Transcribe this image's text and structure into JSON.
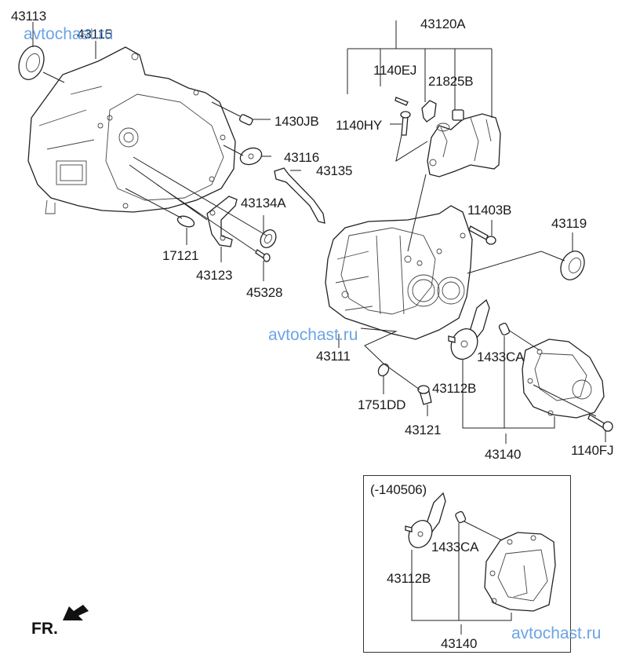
{
  "diagram": {
    "title": "Transaxle case (exploded parts view)",
    "labels": {
      "p43113": "43113",
      "p43115": "43115",
      "p43120A": "43120A",
      "p1140EJ": "1140EJ",
      "p21825B": "21825B",
      "p1140HY": "1140HY",
      "p1430JB": "1430JB",
      "p43116": "43116",
      "p43135": "43135",
      "p43134A": "43134A",
      "p11403B": "11403B",
      "p43119": "43119",
      "p17121": "17121",
      "p43123": "43123",
      "p45328": "45328",
      "p43111": "43111",
      "p1433CA": "1433CA",
      "p43112B": "43112B",
      "p1751DD": "1751DD",
      "p43121": "43121",
      "p43140": "43140",
      "p1140FJ": "1140FJ"
    },
    "inset": {
      "caption": "(-140506)",
      "labels": {
        "p1433CA": "1433CA",
        "p43112B": "43112B",
        "p43140": "43140"
      }
    },
    "orientation": {
      "label": "FR.",
      "icon": "front-direction-arrow-icon"
    },
    "watermarks": [
      "avtochast.ru",
      "avtochast.ru",
      "avtochast.ru"
    ]
  }
}
